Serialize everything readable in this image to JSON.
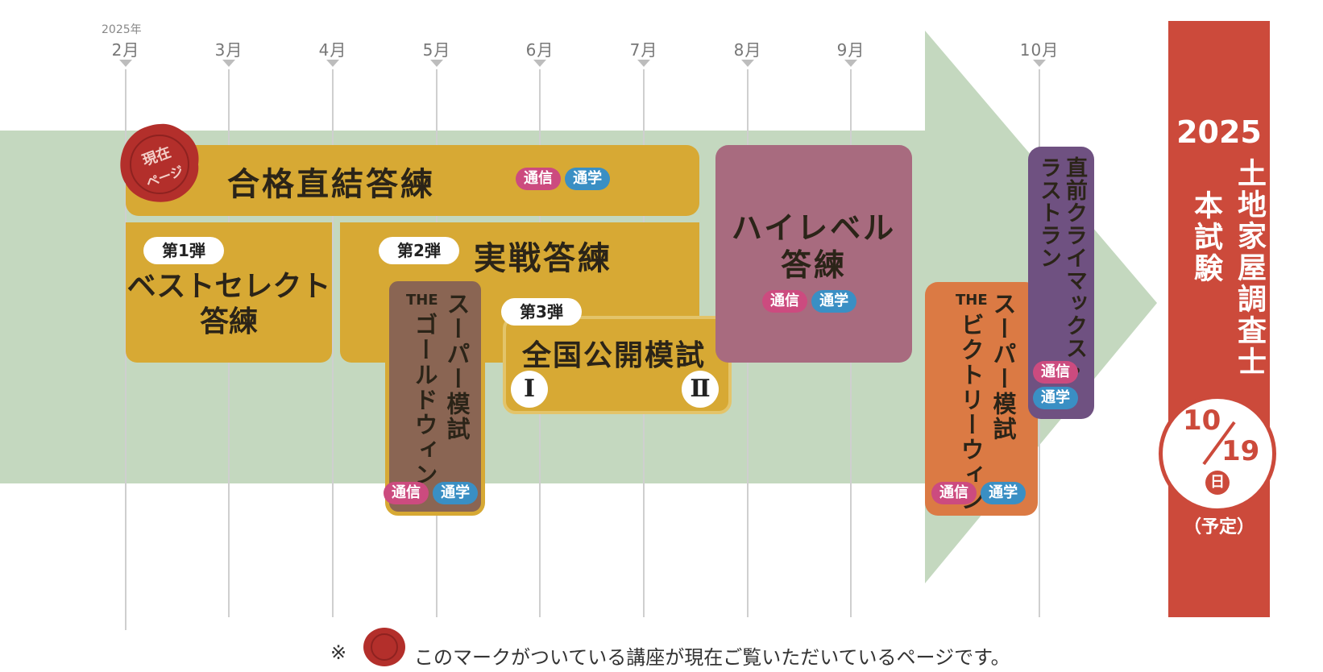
{
  "timeline": {
    "year": "2025年",
    "months": [
      "2月",
      "3月",
      "4月",
      "5月",
      "6月",
      "7月",
      "8月",
      "9月",
      "10月"
    ]
  },
  "seal": {
    "text_top": "現在",
    "text_bottom": "ページ"
  },
  "courses": {
    "gokaku": {
      "title": "合格直結答練",
      "tags": [
        "通信",
        "通学"
      ]
    },
    "dan1": {
      "badge": "第1弾",
      "title_line1": "ベストセレクト",
      "title_line2": "答練"
    },
    "dan2": {
      "badge": "第2弾",
      "title": "実戦答練"
    },
    "gold_win": {
      "the": "THE",
      "title_line1": "スーパー模試",
      "title_line2": "ゴールドウィン",
      "tags": [
        "通信",
        "通学"
      ]
    },
    "dan3": {
      "badge": "第3弾",
      "title": "全国公開模試",
      "mark1": "Ⅰ",
      "mark2": "Ⅱ"
    },
    "high_level": {
      "title_line1": "ハイレベル",
      "title_line2": "答練",
      "tags": [
        "通信",
        "通学"
      ]
    },
    "victory_win": {
      "the": "THE",
      "title_line1": "スーパー模試",
      "title_line2": "ビクトリーウィン",
      "tags": [
        "通信",
        "通学"
      ]
    },
    "last_run": {
      "title_line1": "直前クライマックス・",
      "title_line2": "ラストラン",
      "tags": [
        "通信",
        "通学"
      ]
    }
  },
  "exam": {
    "year": "2025",
    "title_line1": "土地家屋調査士",
    "title_line2": "本試験",
    "date_month": "10",
    "date_day": "19",
    "weekday": "日",
    "note": "（予定）"
  },
  "footnote": {
    "prefix": "※",
    "text": "このマークがついている講座が現在ご覧いただいているページです。"
  },
  "colors": {
    "arrow": "#c4d8bf",
    "gold": "#d7a934",
    "high_level": "#a86b7f",
    "gold_win": "#8a6553",
    "victory_win": "#db7a44",
    "last_run": "#6f5181",
    "exam": "#cc4a3b",
    "tag_tsushin": "#cc4b7f",
    "tag_tsugaku": "#3a8fc4",
    "seal": "#b32f2b"
  }
}
